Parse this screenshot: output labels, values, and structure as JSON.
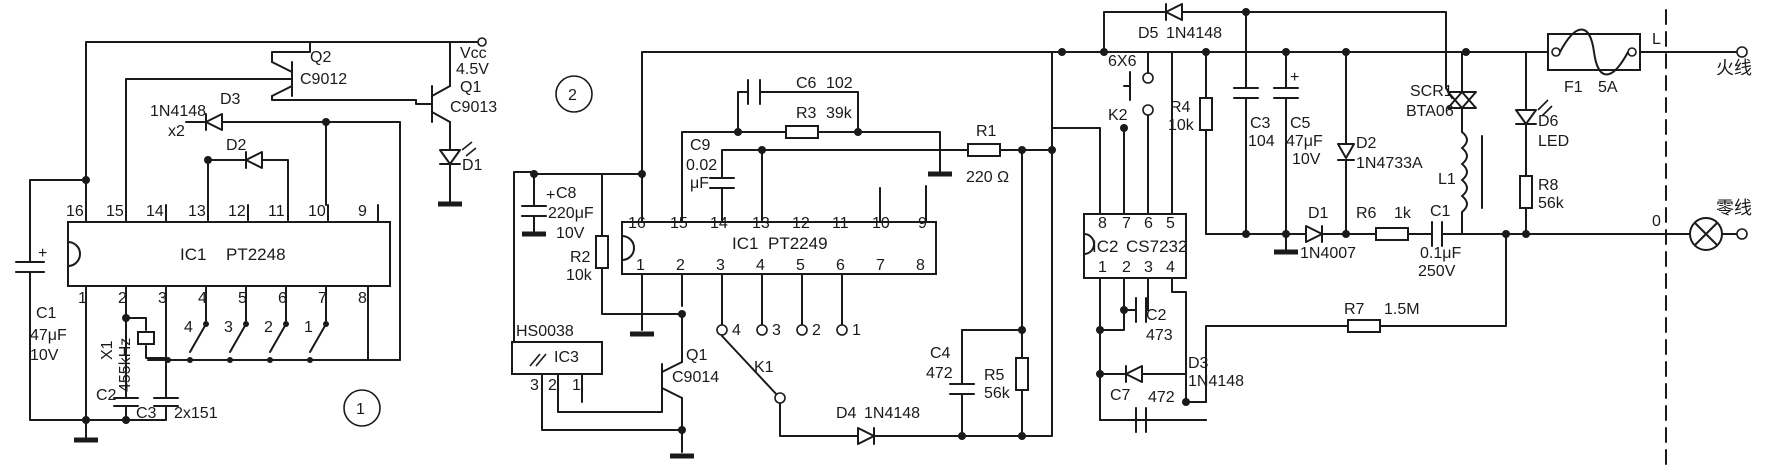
{
  "circuit1": {
    "label": "1",
    "ic1": {
      "name": "IC1",
      "part": "PT2248"
    },
    "top_pins": [
      "16",
      "15",
      "14",
      "13",
      "12",
      "11",
      "10",
      "9"
    ],
    "bottom_pins": [
      "1",
      "2",
      "3",
      "4",
      "5",
      "6",
      "7",
      "8"
    ],
    "q2": {
      "ref": "Q2",
      "part": "C9012"
    },
    "q1": {
      "ref": "Q1",
      "part": "C9013"
    },
    "vcc": {
      "name": "Vcc",
      "value": "4.5V"
    },
    "d1": "D1",
    "d2": "D2",
    "d3": "D3",
    "diode_part": "1N4148",
    "diode_qty": "x2",
    "c1": {
      "ref": "C1",
      "value": "47μF",
      "voltage": "10V",
      "polarity": "+"
    },
    "x1": {
      "ref": "X1",
      "freq": "455kHz"
    },
    "c2": "C2",
    "c3": "C3",
    "c2c3_value": "2x151",
    "key_labels": [
      "4",
      "3",
      "2",
      "1"
    ]
  },
  "circuit2": {
    "label": "2",
    "ic1": {
      "name": "IC1",
      "part": "PT2249"
    },
    "top_pins": [
      "16",
      "15",
      "14",
      "13",
      "12",
      "11",
      "10",
      "9"
    ],
    "bottom_pins": [
      "1",
      "2",
      "3",
      "4",
      "5",
      "6",
      "7",
      "8"
    ],
    "c6": {
      "ref": "C6",
      "value": "102"
    },
    "r3": {
      "ref": "R3",
      "value": "39k"
    },
    "c9": {
      "ref": "C9",
      "value": "0.02",
      "unit": "μF"
    },
    "r1": {
      "ref": "R1",
      "value": "220 Ω"
    },
    "c8": {
      "ref": "C8",
      "value": "220μF",
      "voltage": "10V",
      "polarity": "+"
    },
    "r2": {
      "ref": "R2",
      "value": "10k"
    },
    "ic3": {
      "name": "IC3",
      "part": "HS0038",
      "pins": [
        "3",
        "2",
        "1"
      ]
    },
    "q1": {
      "ref": "Q1",
      "part": "C9014"
    },
    "k1": {
      "ref": "K1",
      "positions": [
        "4",
        "3",
        "2",
        "1"
      ]
    },
    "d4": {
      "ref": "D4",
      "part": "1N4148"
    },
    "c4": {
      "ref": "C4",
      "value": "472"
    },
    "r5": {
      "ref": "R5",
      "value": "56k"
    },
    "ic2": {
      "name": "IC2",
      "part": "CS7232",
      "top_pins": [
        "8",
        "7",
        "6",
        "5"
      ],
      "bottom_pins": [
        "1",
        "2",
        "3",
        "4"
      ]
    },
    "k2": {
      "ref": "K2",
      "part": "6X6"
    },
    "d5": {
      "ref": "D5",
      "part": "1N4148"
    },
    "r4": {
      "ref": "R4",
      "value": "10k"
    },
    "c3": {
      "ref": "C3",
      "value": "104"
    },
    "c5": {
      "ref": "C5",
      "value": "47μF",
      "voltage": "10V",
      "polarity": "+"
    },
    "d2": {
      "ref": "D2",
      "part": "1N4733A"
    },
    "d1": {
      "ref": "D1",
      "part": "1N4007"
    },
    "r6": {
      "ref": "R6",
      "value": "1k"
    },
    "c1": {
      "ref": "C1",
      "value": "0.1μF",
      "voltage": "250V"
    },
    "c2": {
      "ref": "C2",
      "value": "473"
    },
    "c7": {
      "ref": "C7",
      "value": "472"
    },
    "d3": {
      "ref": "D3",
      "part": "1N4148"
    },
    "r7": {
      "ref": "R7",
      "value": "1.5M"
    },
    "scr1": {
      "ref": "SCR1",
      "part": "BTA06"
    },
    "l1": "L1",
    "d6": {
      "ref": "D6",
      "part": "LED"
    },
    "r8": {
      "ref": "R8",
      "value": "56k"
    },
    "f1": {
      "ref": "F1",
      "value": "5A"
    },
    "terminal_l": "L",
    "terminal_o": "0",
    "live_label": "火线",
    "neutral_label": "零线"
  }
}
